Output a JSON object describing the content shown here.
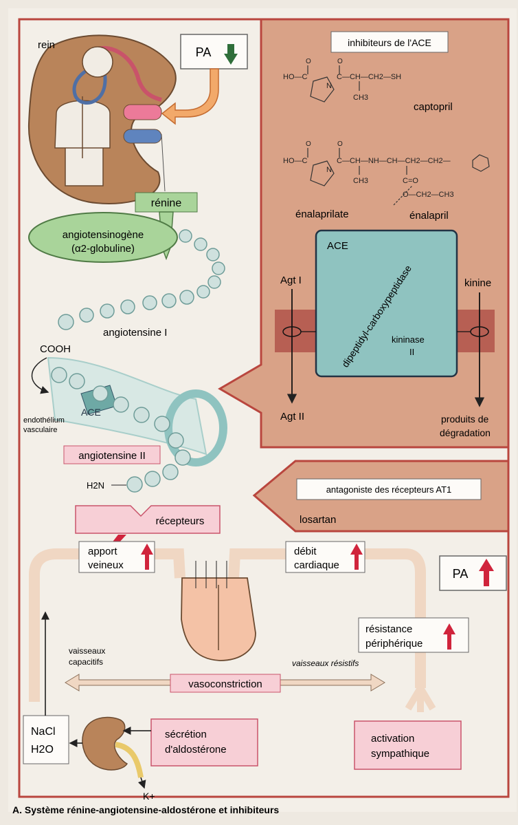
{
  "kidney_label": "rein",
  "pa_top": "PA",
  "renin": "rénine",
  "angiotensinogen": [
    "angiotensinogène",
    "(α2-globuline)"
  ],
  "angiotensin_1": "angiotensine I",
  "cooh": "COOH",
  "ace_small": "ACE",
  "endothelium": [
    "endothélium",
    "vasculaire"
  ],
  "angiotensin_2": "angiotensine II",
  "h2n": "H2N",
  "receptors": "récepteurs",
  "ace_inhibitors_title": "inhibiteurs de l'ACE",
  "captopril": "captopril",
  "enalaprilate": "énalaprilate",
  "enalapril": "énalapril",
  "ace_box": {
    "title": "ACE",
    "enzyme": "dipeptidyl-carboxypeptidase",
    "kininase": [
      "kininase",
      "II"
    ]
  },
  "agt1": "Agt I",
  "agt2": "Agt II",
  "kinin": "kinine",
  "degradation": [
    "produits de",
    "dégradation"
  ],
  "at1_antagonist": "antagoniste des récepteurs AT1",
  "losartan": "losartan",
  "venous_return": [
    "apport",
    "veineux"
  ],
  "cardiac_output": [
    "débit",
    "cardiaque"
  ],
  "pa_bottom": "PA",
  "peripheral_resistance": [
    "résistance",
    "périphérique"
  ],
  "capacitive_vessels": [
    "vaisseaux",
    "capacitifs"
  ],
  "resistive_vessels": "vaisseaux résistifs",
  "vasoconstriction": "vasoconstriction",
  "nacl_h2o": [
    "NaCl",
    "H2O"
  ],
  "aldosterone": [
    "sécrétion",
    "d'aldostérone"
  ],
  "sympathetic": [
    "activation",
    "sympathique"
  ],
  "potassium": "K+",
  "caption": "A. Système rénine-angiotensine-aldostérone et inhibiteurs",
  "colors": {
    "salmon": "#d9a287",
    "dark_red": "#b0544a",
    "teal": "#8fc3c0",
    "green_box": "#a9d49a",
    "pink_box": "#f7cfd6",
    "arrow_red": "#d0243c",
    "arrow_green": "#2f6e3a"
  }
}
